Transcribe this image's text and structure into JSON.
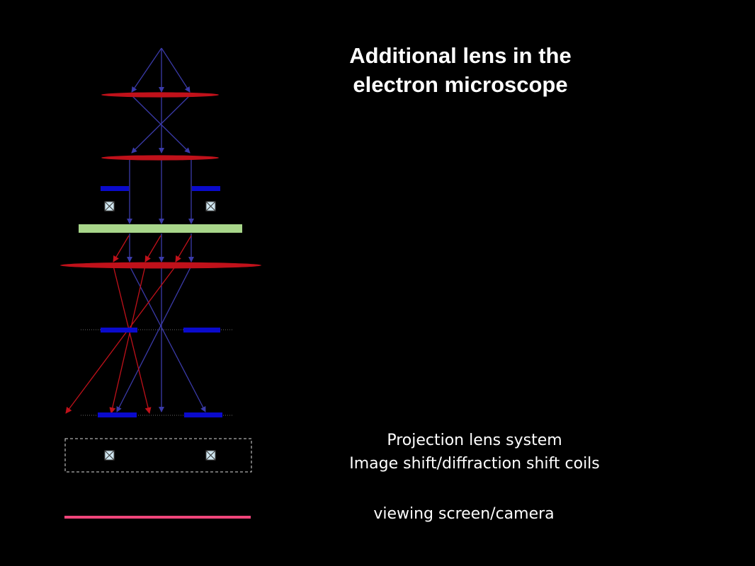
{
  "title": {
    "line1": "Additional lens in the",
    "line2": "electron microscope"
  },
  "labels": {
    "projection_system": "Projection lens system",
    "shift_coils": "Image shift/diffraction shift coils",
    "viewing_screen": "viewing screen/camera"
  },
  "colors": {
    "background": "#000000",
    "lens": "#c0111a",
    "ray_blue": "#3a3aa8",
    "ray_red": "#c0111a",
    "aperture": "#0a0acc",
    "specimen": "#a8d68a",
    "screen": "#f0457a",
    "coil_fill": "#cfe6f0"
  }
}
